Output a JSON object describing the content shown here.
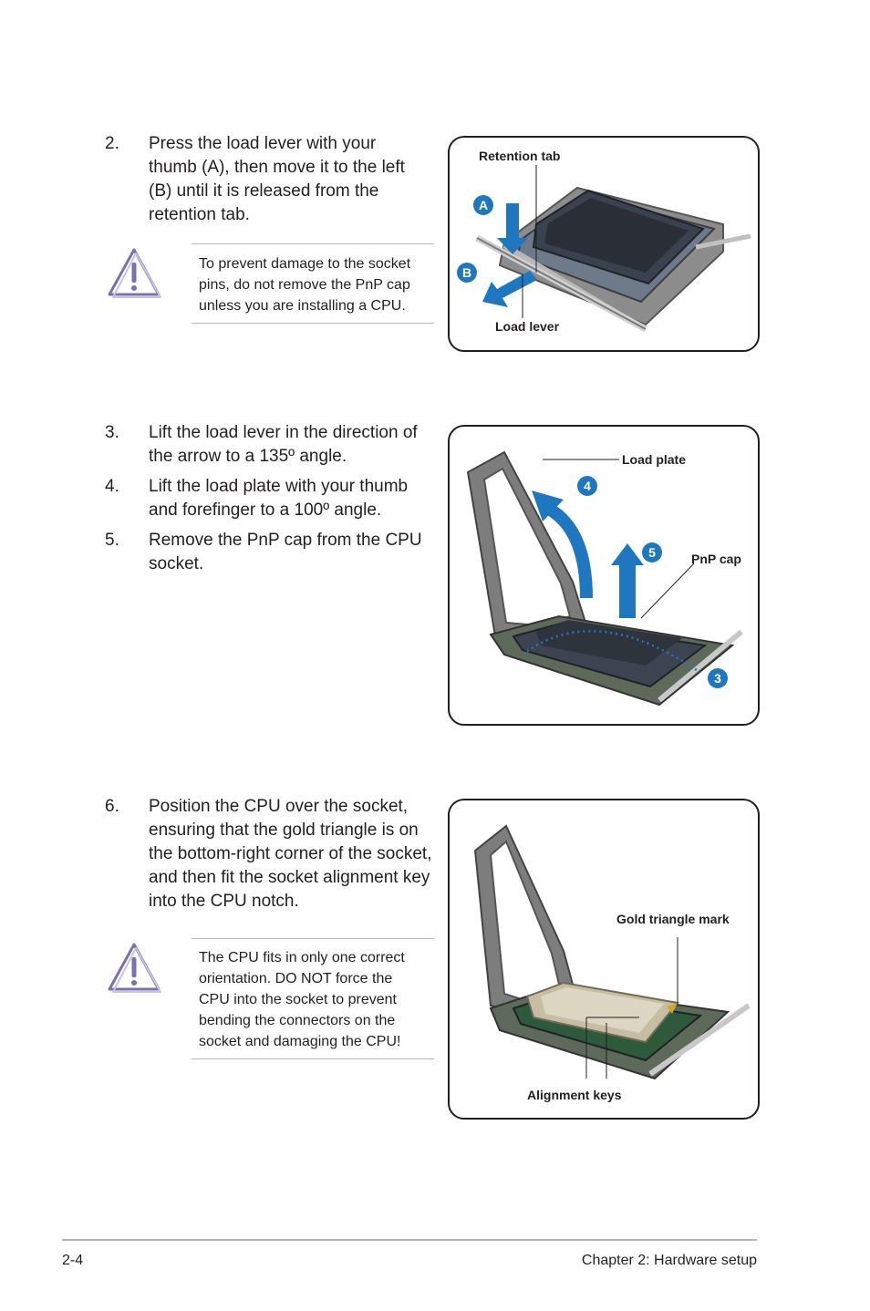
{
  "steps": [
    {
      "num": "2.",
      "lines": [
        "Press the load lever with your",
        "thumb (A), then move it to the left",
        "(B) until it is released from the",
        "retention tab."
      ]
    },
    {
      "num": "3.",
      "lines": [
        "Lift the load lever in the direction of",
        "the arrow to a 135º angle."
      ]
    },
    {
      "num": "4.",
      "lines": [
        "Lift the load plate with your thumb",
        "and forefinger to a 100º angle."
      ]
    },
    {
      "num": "5.",
      "lines": [
        "Remove the PnP cap from the CPU",
        "socket."
      ]
    },
    {
      "num": "6.",
      "lines": [
        "Position the CPU over the socket,",
        "ensuring that the gold triangle is on",
        "the bottom-right corner of the socket,",
        "and then fit the socket alignment key",
        "into the CPU notch."
      ]
    }
  ],
  "warnings": [
    {
      "icon": "warning-triangle-icon",
      "lines": [
        "To prevent damage to the socket",
        "pins, do not remove the PnP cap",
        "unless you are installing a CPU."
      ]
    },
    {
      "icon": "warning-triangle-icon",
      "lines": [
        "The CPU fits in only one correct",
        "orientation. DO NOT force the",
        "CPU into the socket to prevent",
        "bending the connectors on the",
        "socket and damaging the CPU!"
      ]
    }
  ],
  "figures": {
    "fig1": {
      "retention_tab": "Retention tab",
      "load_lever": "Load lever",
      "badge_a": "A",
      "badge_b": "B"
    },
    "fig2": {
      "load_plate": "Load plate",
      "pnp_cap": "PnP cap",
      "badge_4": "4",
      "badge_5": "5",
      "badge_3": "3"
    },
    "fig3": {
      "gold_triangle": "Gold triangle mark",
      "alignment_keys": "Alignment keys"
    }
  },
  "footer": {
    "page": "2-4",
    "chapter": "Chapter 2:  Hardware setup"
  },
  "colors": {
    "arrow_blue": "#1f78bf",
    "warning_purple": "#7b6fb0"
  }
}
